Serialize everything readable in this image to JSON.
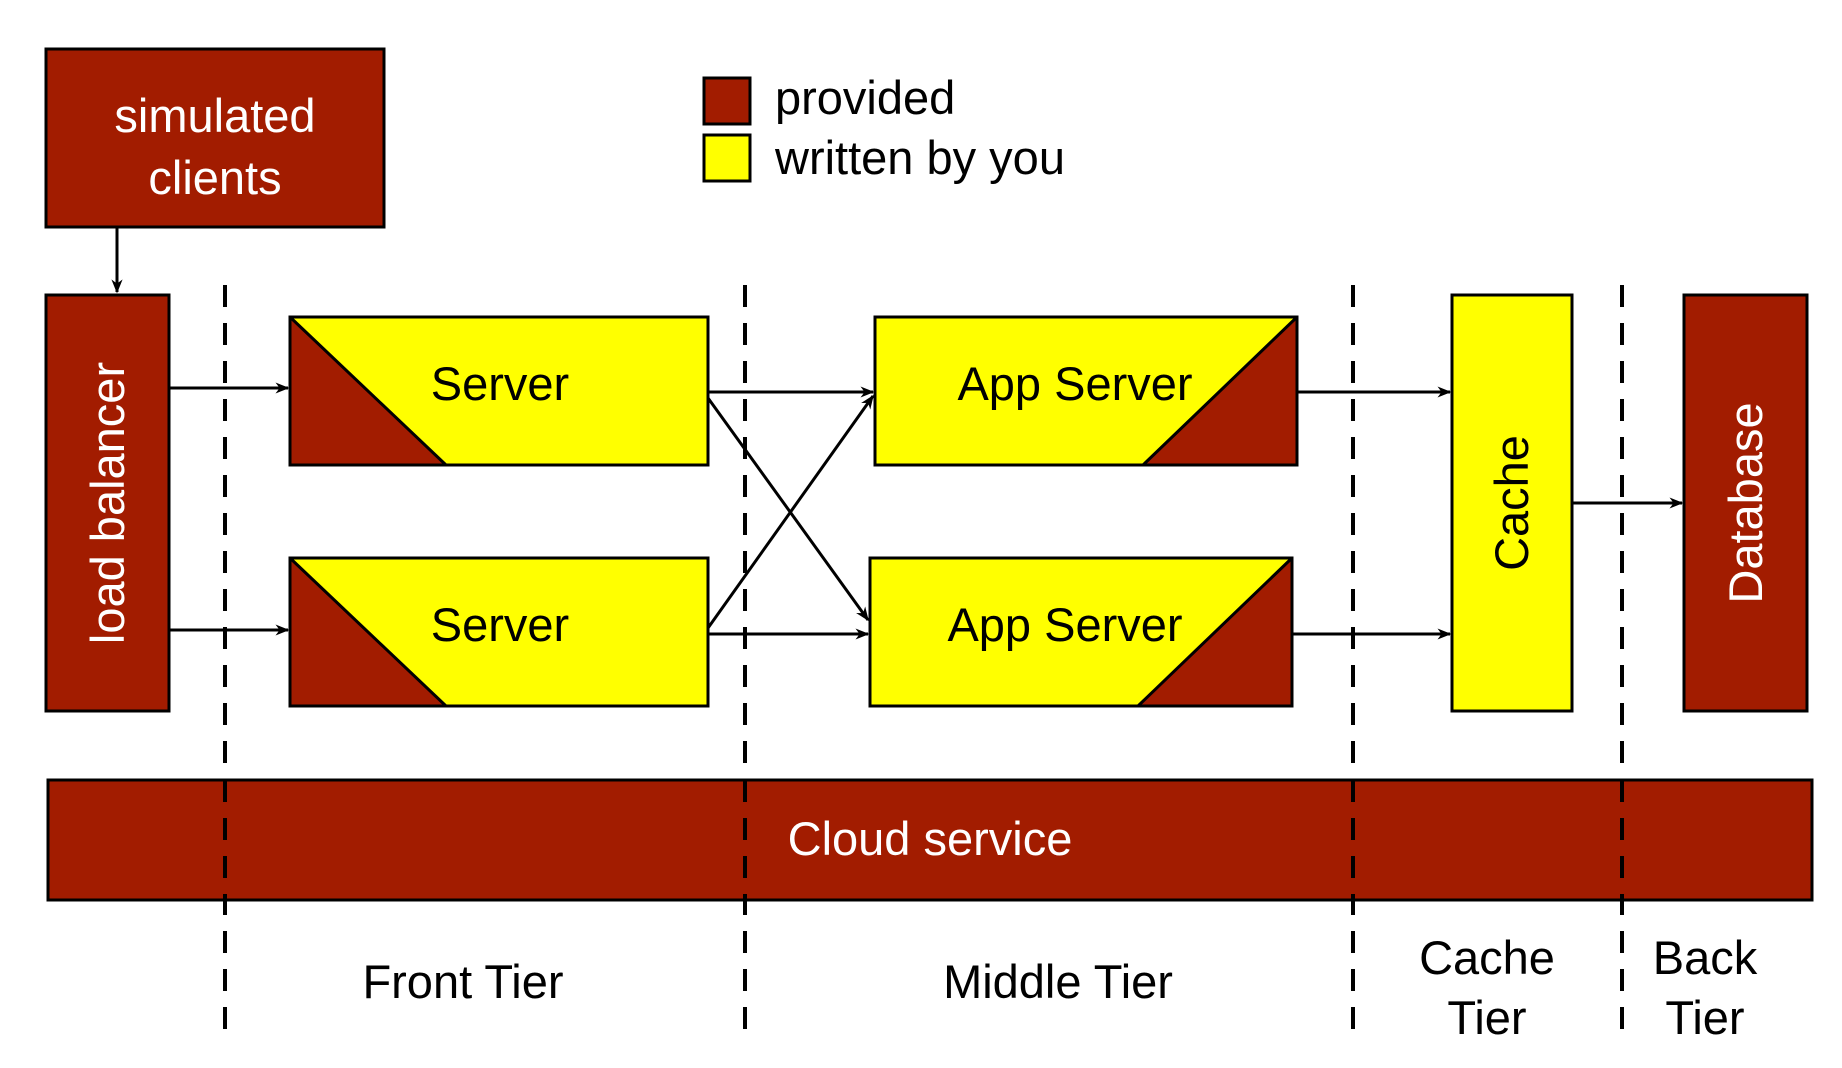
{
  "legend": {
    "provided": "provided",
    "written_by_you": "written by you"
  },
  "colors": {
    "provided": "#a21c00",
    "written": "#ffff00",
    "outline": "#000000",
    "text_on_provided": "#ffffff"
  },
  "nodes": {
    "clients": [
      "simulated",
      "clients"
    ],
    "load_balancer": "load balancer",
    "server_1": "Server",
    "server_2": "Server",
    "app_server_1": "App Server",
    "app_server_2": "App Server",
    "cache": "Cache",
    "database": "Database",
    "cloud": "Cloud service"
  },
  "tiers": {
    "front": "Front Tier",
    "middle": "Middle Tier",
    "cache": [
      "Cache",
      "Tier"
    ],
    "back": [
      "Back",
      "Tier"
    ]
  }
}
